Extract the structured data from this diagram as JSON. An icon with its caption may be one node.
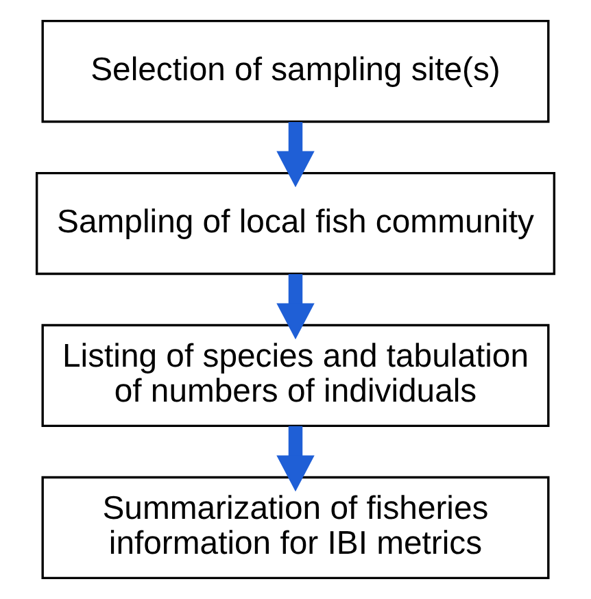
{
  "diagram": {
    "nodes": [
      {
        "text": [
          "Selection of sampling site(s)"
        ]
      },
      {
        "text": [
          "Sampling of local fish community"
        ]
      },
      {
        "text": [
          "Listing of species and tabulation of numbers of individuals"
        ]
      },
      {
        "text": [
          "Summarization of fisheries information for IBI metrics"
        ]
      }
    ],
    "edges": [
      {
        "from": 0,
        "to": 1,
        "arrow": "to"
      },
      {
        "from": 1,
        "to": 2,
        "arrow": "to"
      },
      {
        "from": 2,
        "to": 3,
        "arrow": "to"
      }
    ]
  }
}
